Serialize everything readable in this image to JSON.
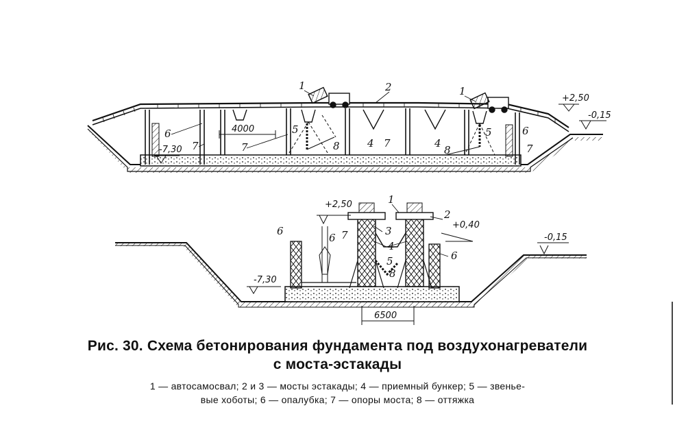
{
  "figure": {
    "top_section": {
      "callouts": [
        "1",
        "2",
        "1",
        "6",
        "6",
        "5",
        "5",
        "4",
        "4",
        "7",
        "7",
        "7",
        "7",
        "8",
        "8"
      ],
      "level_marks": {
        "top_right": "+2,50",
        "ground_right": "-0,15",
        "bottom_left": "-7,30"
      },
      "dimension": "4000"
    },
    "bottom_section": {
      "callouts": [
        "1",
        "2",
        "3",
        "4",
        "5",
        "6",
        "6",
        "6",
        "7",
        "8"
      ],
      "level_marks": {
        "top": "+2,50",
        "bunker": "+0,40",
        "ground": "-0,15",
        "bottom": "-7,30"
      },
      "dimension": "6500"
    }
  },
  "caption": {
    "title_line1": "Рис. 30. Схема бетонирования фундамента под воздухонагреватели",
    "title_line2": "с моста-эстакады",
    "legend_line1": "1 — автосамосвал; 2 и 3 — мосты эстакады; 4 — приемный бункер; 5 — звенье-",
    "legend_line2": "вые хоботы; 6 — опалубка; 7 — опоры моста; 8 — оттяжка"
  }
}
